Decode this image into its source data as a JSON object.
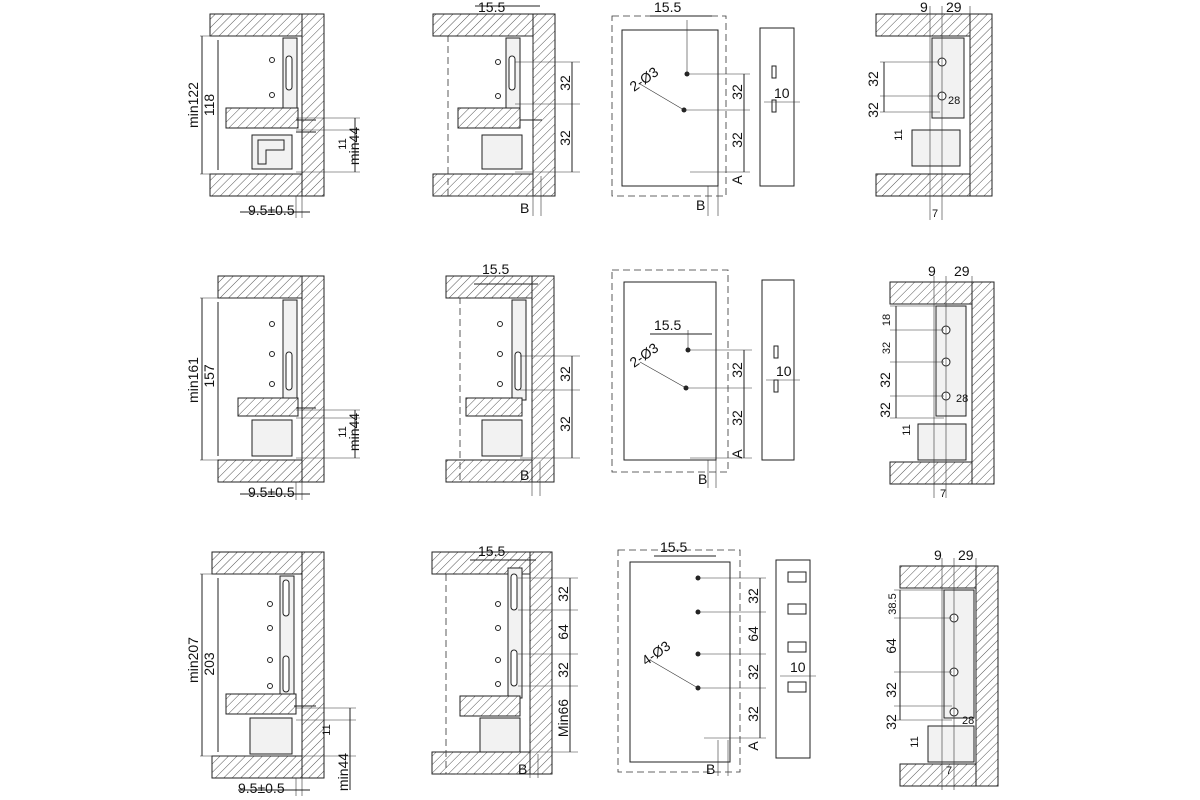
{
  "rows": [
    {
      "side": {
        "overall": "min122",
        "inner": "118",
        "gap": "11",
        "min_bottom": "min44",
        "offset": "9.5±0.5"
      },
      "front": {
        "top": "15.5",
        "d1": "32",
        "d2": "32",
        "ref": "B"
      },
      "panel": {
        "top": "15.5",
        "holes": "2-Ø3",
        "d1": "32",
        "d2": "32",
        "ref_a": "A",
        "ref_b": "B",
        "width": "10"
      },
      "rear": {
        "left": "9",
        "right": "29",
        "d1": "32",
        "d2": "32",
        "d3": "28",
        "gap": "11",
        "bottom": "7"
      }
    },
    {
      "side": {
        "overall": "min161",
        "inner": "157",
        "gap": "11",
        "min_bottom": "min44",
        "offset": "9.5±0.5"
      },
      "front": {
        "top": "15.5",
        "d1": "32",
        "d2": "32",
        "ref": "B"
      },
      "panel": {
        "top": "15.5",
        "holes": "2-Ø3",
        "d1": "32",
        "d2": "32",
        "ref_a": "A",
        "ref_b": "B",
        "width": "10"
      },
      "rear": {
        "left": "9",
        "right": "29",
        "d0": "18",
        "d1": "32",
        "d2": "32",
        "d3": "32",
        "d4": "28",
        "gap": "11",
        "bottom": "7"
      }
    },
    {
      "side": {
        "overall": "min207",
        "inner": "203",
        "gap": "11",
        "min_bottom": "min44",
        "offset": "9.5±0.5"
      },
      "front": {
        "top": "15.5",
        "d1": "32",
        "d2": "64",
        "d3": "32",
        "min": "Min66",
        "ref": "B"
      },
      "panel": {
        "top": "15.5",
        "holes": "4-Ø3",
        "d1": "32",
        "d2": "64",
        "d3": "32",
        "d4": "32",
        "ref_a": "A",
        "ref_b": "B",
        "width": "10"
      },
      "rear": {
        "left": "9",
        "right": "29",
        "d0": "38.5",
        "d1": "64",
        "d2": "32",
        "d3": "32",
        "d4": "28",
        "gap": "11",
        "bottom": "7"
      }
    }
  ]
}
